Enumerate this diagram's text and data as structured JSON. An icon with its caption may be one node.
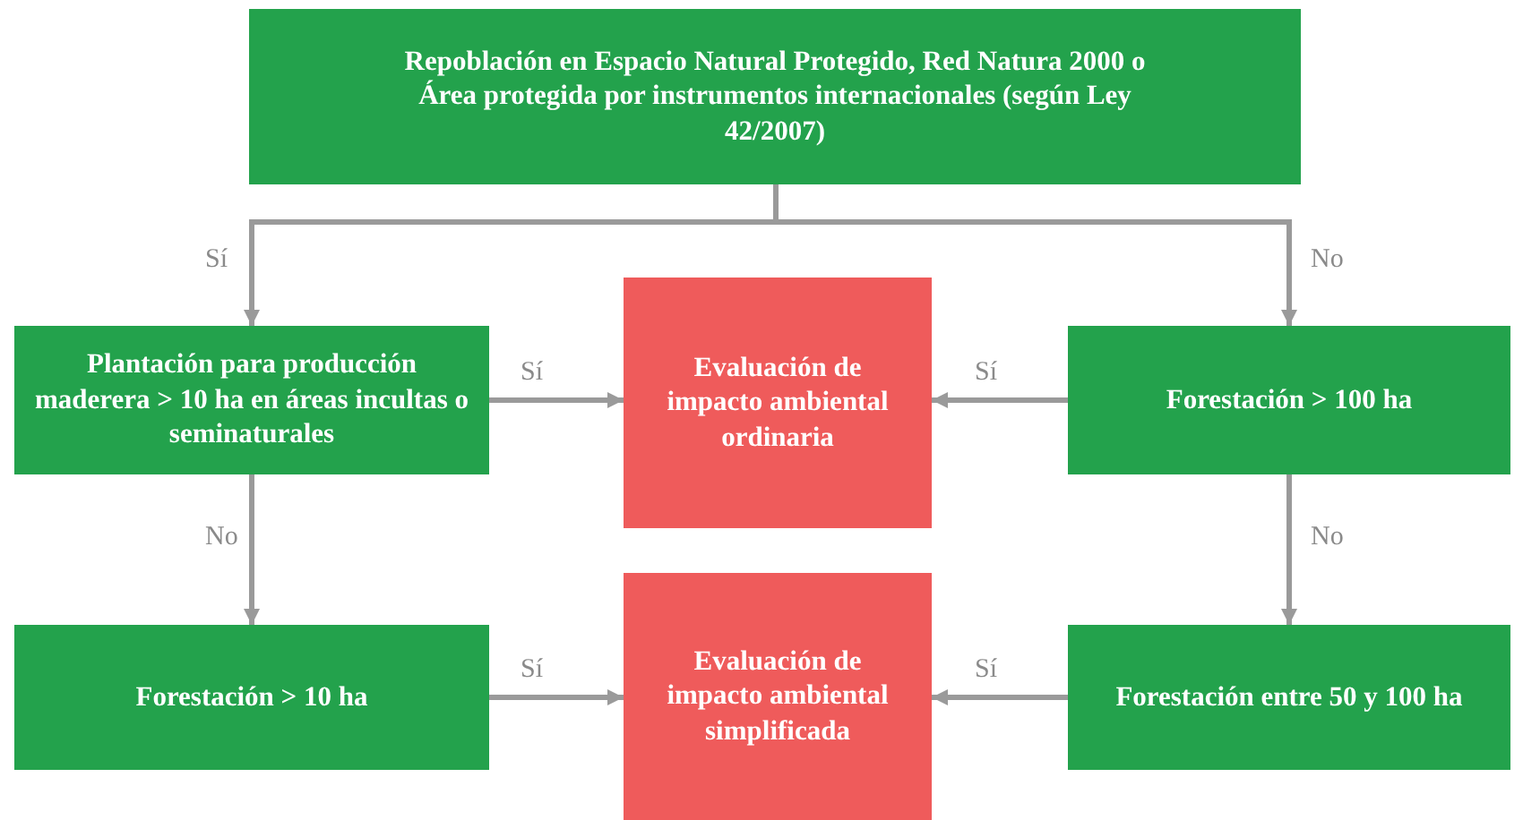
{
  "diagram": {
    "nodes": [
      {
        "text": [
          "Repoblación en Espacio Natural Protegido, Red Natura 2000 o Área protegida por instrumentos internacionales (según Ley 42/2007)"
        ]
      },
      {
        "text": [
          "Plantación para producción maderera > 10 ha en áreas incultas o seminaturales"
        ]
      },
      {
        "text": [
          "Evaluación de impacto ambiental ordinaria"
        ]
      },
      {
        "text": [
          "Forestación > 100 ha"
        ]
      },
      {
        "text": [
          "Forestación > 10 ha"
        ]
      },
      {
        "text": [
          "Evaluación de impacto ambiental simplificada"
        ]
      },
      {
        "text": [
          "Forestación entre 50 y 100 ha"
        ]
      }
    ],
    "edges": [
      {
        "from": 0,
        "to": 1,
        "arrow": "to",
        "label": "Sí"
      },
      {
        "from": 0,
        "to": 3,
        "arrow": "to",
        "label": "No"
      },
      {
        "from": 1,
        "to": 2,
        "arrow": "to",
        "label": "Sí"
      },
      {
        "from": 3,
        "to": 2,
        "arrow": "to",
        "label": "Sí"
      },
      {
        "from": 1,
        "to": 4,
        "arrow": "to",
        "label": "No"
      },
      {
        "from": 3,
        "to": 6,
        "arrow": "to",
        "label": "No"
      },
      {
        "from": 4,
        "to": 5,
        "arrow": "to",
        "label": "Sí"
      },
      {
        "from": 6,
        "to": 5,
        "arrow": "to",
        "label": "Sí"
      }
    ]
  }
}
